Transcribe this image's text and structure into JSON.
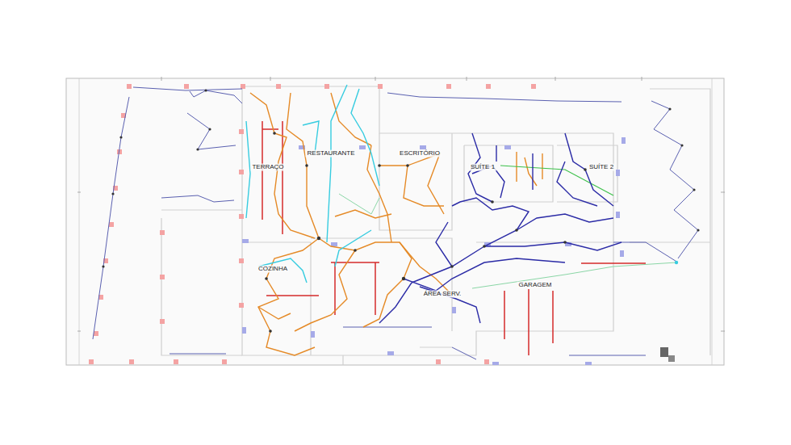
{
  "diagram": {
    "labels": [
      "TERRAÇO",
      "RESTAURANTE",
      "ESCRITÓRIO",
      "SUÍTE 1",
      "SUÍTE 2",
      "COZINHA",
      "ÁREA SERV.",
      "GARAGEM"
    ]
  }
}
